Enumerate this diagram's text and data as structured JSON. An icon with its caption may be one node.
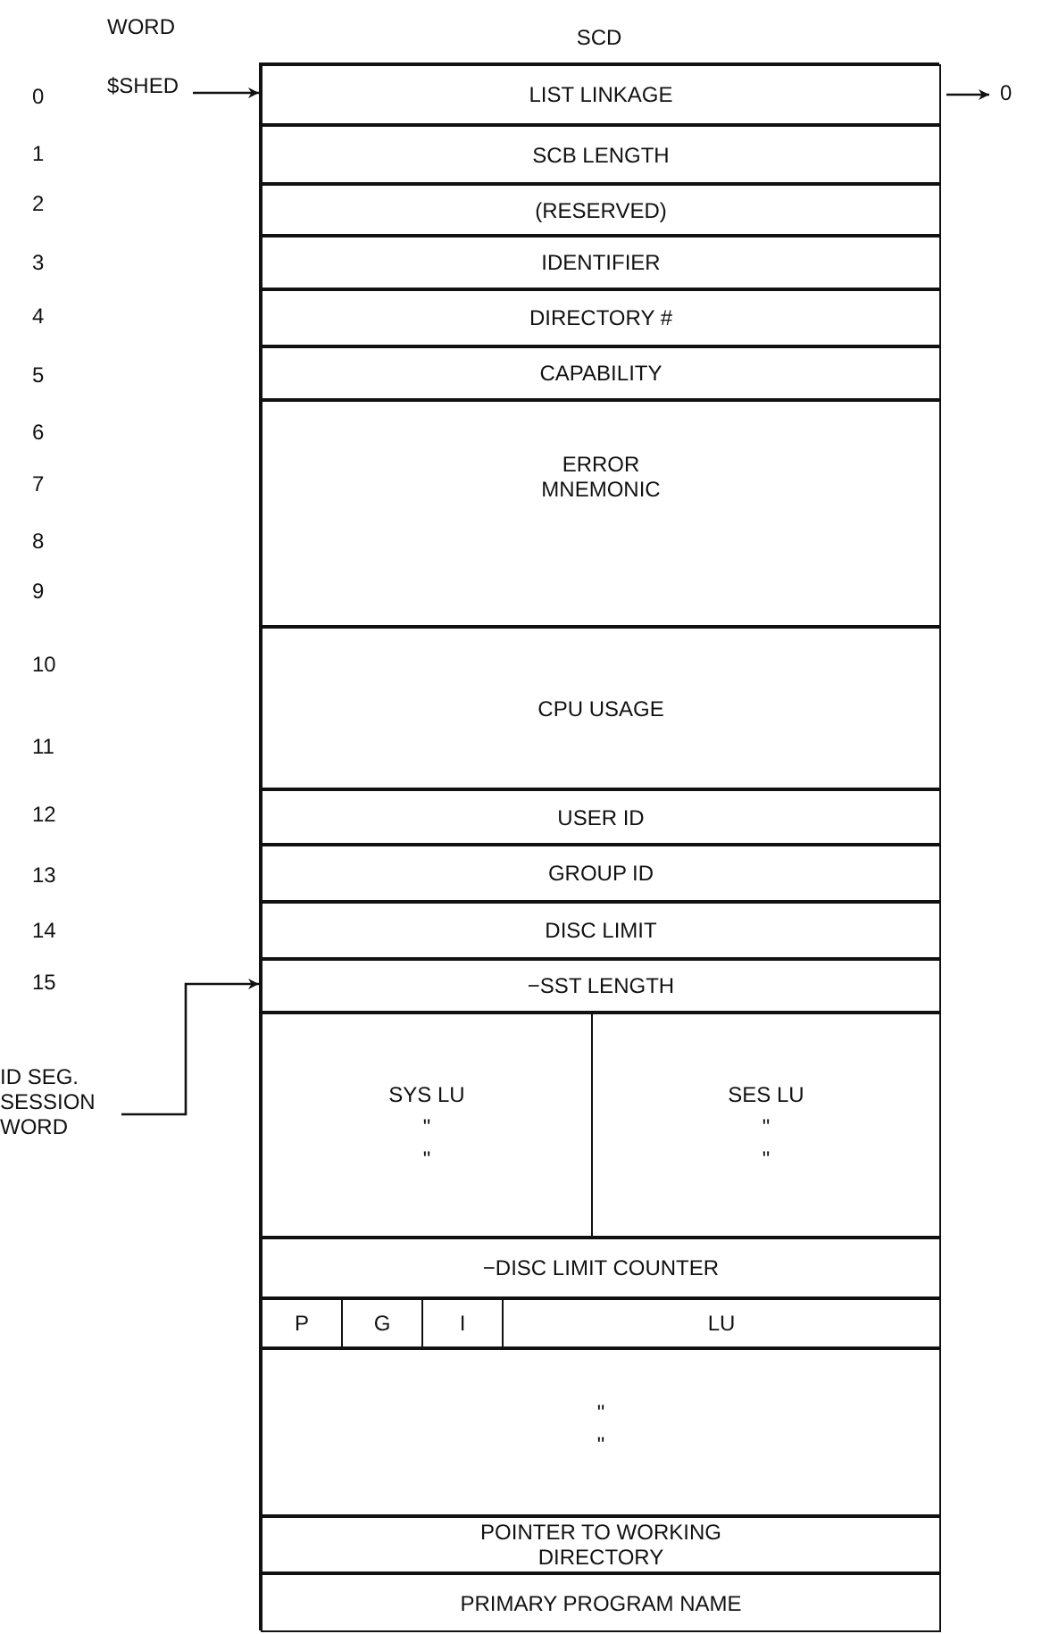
{
  "diagram": {
    "nodes": [
      {
        "text": [
          "SCD"
        ]
      },
      {
        "text": [
          "$SHED"
        ]
      },
      {
        "text": [
          "LIST LINKAGE"
        ],
        "in": 0
      },
      {
        "text": [
          "SCB LENGTH"
        ],
        "in": 0
      },
      {
        "text": [
          "(RESERVED)"
        ],
        "in": 0
      },
      {
        "text": [
          "IDENTIFIER"
        ],
        "in": 0
      },
      {
        "text": [
          "DIRECTORY #"
        ],
        "in": 0
      },
      {
        "text": [
          "CAPABILITY"
        ],
        "in": 0
      },
      {
        "text": [
          "ERROR MNEMONIC"
        ],
        "in": 0
      },
      {
        "text": [
          "CPU USAGE"
        ],
        "in": 0
      },
      {
        "text": [
          "USER ID"
        ],
        "in": 0
      },
      {
        "text": [
          "GROUP ID"
        ],
        "in": 0
      },
      {
        "text": [
          "DISC LIMIT"
        ],
        "in": 0
      },
      {
        "text": [
          "−SST LENGTH"
        ],
        "in": 0
      },
      {
        "text": [
          "SYS LU",
          "\"",
          "\""
        ],
        "in": 0
      },
      {
        "text": [
          "SES LU",
          "\"",
          "\""
        ],
        "in": 0
      },
      {
        "text": [
          "−DISC LIMIT COUNTER"
        ],
        "in": 0
      },
      {
        "text": [
          "P"
        ],
        "in": 0
      },
      {
        "text": [
          "G"
        ],
        "in": 0
      },
      {
        "text": [
          "I"
        ],
        "in": 0
      },
      {
        "text": [
          "LU"
        ],
        "in": 0
      },
      {
        "text": [
          "\"",
          "\""
        ],
        "in": 0
      },
      {
        "text": [
          "POINTER TO WORKING DIRECTORY"
        ],
        "in": 0
      },
      {
        "text": [
          "PRIMARY PROGRAM NAME"
        ],
        "in": 0
      },
      {
        "text": [
          "0"
        ]
      },
      {
        "text": [
          "ID SEG. SESSION WORD"
        ]
      }
    ],
    "edges": [
      {
        "from": 1,
        "to": 2,
        "arrow": "to"
      },
      {
        "from": 2,
        "to": 24,
        "arrow": "to"
      },
      {
        "from": 25,
        "to": 13,
        "arrow": "to"
      }
    ],
    "labels": [
      "WORD",
      "0",
      "1",
      "2",
      "3",
      "4",
      "5",
      "6",
      "7",
      "8",
      "9",
      "10",
      "11",
      "12",
      "13",
      "14",
      "15"
    ]
  }
}
